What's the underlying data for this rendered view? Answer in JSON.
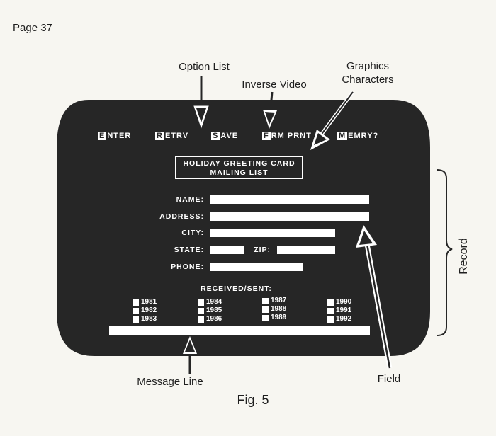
{
  "page_label": "Page 37",
  "callouts": {
    "option_list": "Option List",
    "inverse_video": "Inverse Video",
    "graphics_line1": "Graphics",
    "graphics_line2": "Characters",
    "message_line": "Message Line",
    "field": "Field",
    "record": "Record"
  },
  "figure_caption": "Fig. 5",
  "menu": [
    {
      "hot": "E",
      "rest": "NTER"
    },
    {
      "hot": "R",
      "rest": "ETRV"
    },
    {
      "hot": "S",
      "rest": "AVE"
    },
    {
      "hot": "F",
      "rest": "RM PRNT"
    },
    {
      "hot": "M",
      "rest": "EMRY?"
    }
  ],
  "screen_title": {
    "line1": "HOLIDAY GREETING CARD",
    "line2": "MAILING LIST"
  },
  "form": {
    "name_label": "NAME:",
    "address_label": "ADDRESS:",
    "city_label": "CITY:",
    "state_label": "STATE:",
    "zip_label": "ZIP:",
    "phone_label": "PHONE:"
  },
  "received_sent": {
    "heading": "RECEIVED/SENT:",
    "columns": [
      [
        "1981",
        "1982",
        "1983"
      ],
      [
        "1984",
        "1985",
        "1986"
      ],
      [
        "1987",
        "1988",
        "1989"
      ],
      [
        "1990",
        "1991",
        "1992"
      ]
    ]
  },
  "colors": {
    "screen": "#262626",
    "paper": "#f7f6f1",
    "field": "#ffffff"
  }
}
